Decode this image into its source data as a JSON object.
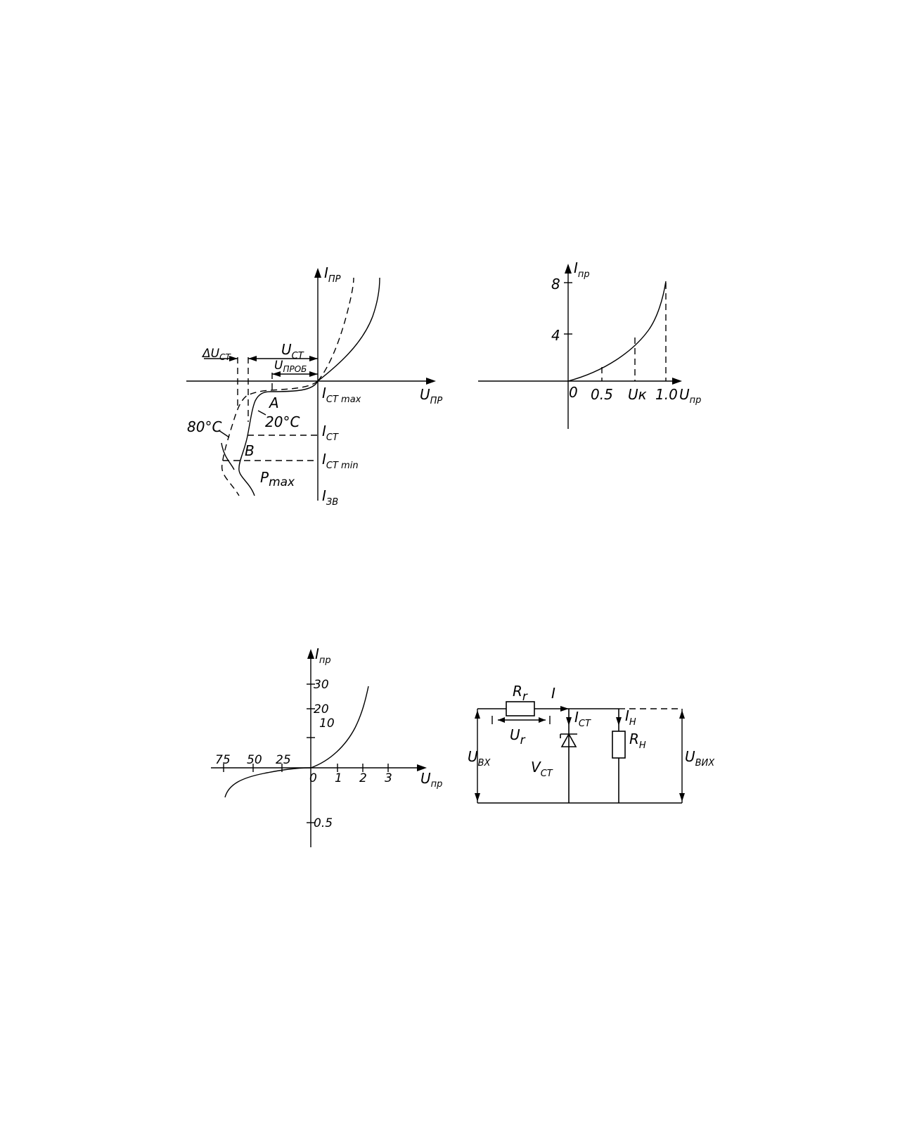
{
  "fig1": {
    "i_main": "I",
    "i_sub": "ПР",
    "u_main": "U",
    "u_sub": "ПР",
    "delta_u_main": "ΔU",
    "delta_u_sub": "CT",
    "u_st_main": "U",
    "u_st_sub": "CT",
    "u_prob_main": "U",
    "u_prob_sub": "ПРОБ",
    "i_st_max_main": "I",
    "i_st_max_sub": "CT max",
    "i_st_main": "I",
    "i_st_sub": "CT",
    "i_st_min_main": "I",
    "i_st_min_sub": "CT min",
    "i_zv_main": "I",
    "i_zv_sub": "ЗВ",
    "point_a": "A",
    "point_b": "B",
    "temp_hot": "80°C",
    "temp_normal": "20°C",
    "p_max_main": "P",
    "p_max_sub": "max"
  },
  "fig2": {
    "i_main": "I",
    "i_sub": "пр",
    "u_main": "U",
    "u_sub": "пр",
    "tick_y_8": "8",
    "tick_y_4": "4",
    "origin": "0",
    "tick_x_05": "0.5",
    "tick_x_uk": "Uк",
    "tick_x_10": "1.0"
  },
  "fig3": {
    "i_main": "I",
    "i_sub": "пр",
    "u_main": "U",
    "u_sub": "пр",
    "tick_30": "30",
    "tick_20": "20",
    "tick_10": "10",
    "tick_neg": "0.5",
    "tick_75": "75",
    "tick_50": "50",
    "tick_25": "25",
    "origin": "0",
    "tick_1": "1",
    "tick_2": "2",
    "tick_3": "3"
  },
  "fig4": {
    "rg_main": "R",
    "rg_sub": "r",
    "i_label": "I",
    "ur_main": "U",
    "ur_sub": "r",
    "ist_main": "I",
    "ist_sub": "CT",
    "ih_main": "I",
    "ih_sub": "H",
    "rh_main": "R",
    "rh_sub": "H",
    "uvx_main": "U",
    "uvx_sub": "BX",
    "vst_main": "V",
    "vst_sub": "CT",
    "uvykh_main": "U",
    "uvykh_sub": "ВИХ"
  }
}
